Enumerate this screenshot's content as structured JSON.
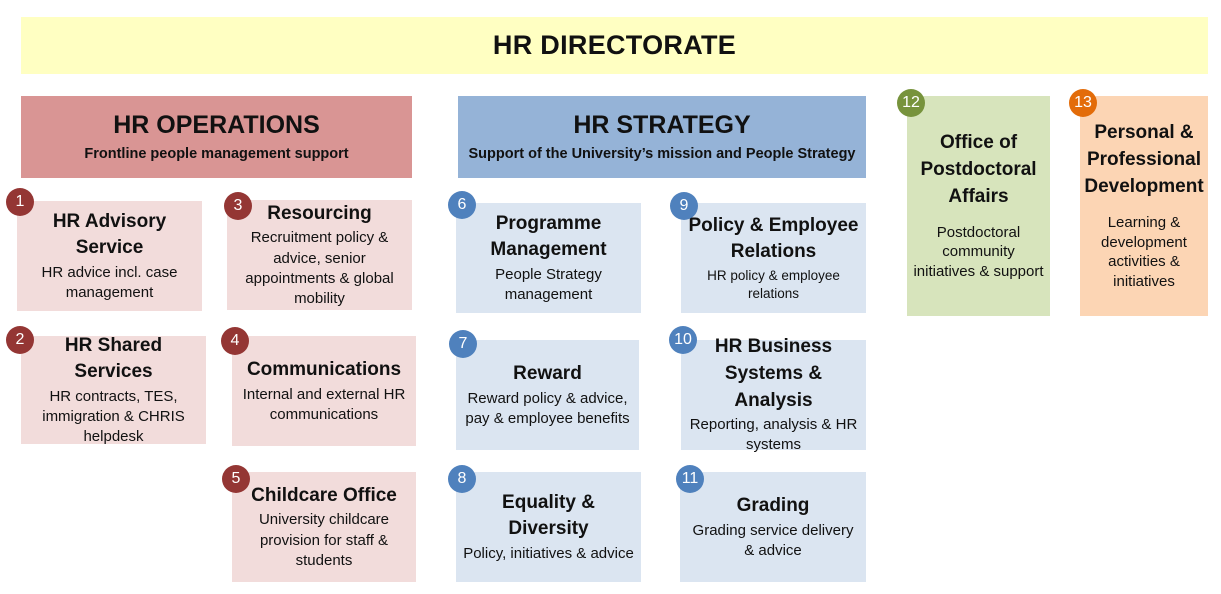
{
  "header": {
    "title": "HR DIRECTORATE"
  },
  "operations": {
    "title": "HR OPERATIONS",
    "subtitle": "Frontline people management support",
    "units": [
      {
        "num": "1",
        "title": "HR Advisory Service",
        "desc": "HR advice incl. case management"
      },
      {
        "num": "2",
        "title": "HR Shared Services",
        "desc": "HR contracts, TES, immigration & CHRIS helpdesk"
      },
      {
        "num": "3",
        "title": "Resourcing",
        "desc": "Recruitment policy & advice, senior appointments & global mobility"
      },
      {
        "num": "4",
        "title": "Communications",
        "desc": "Internal and external HR communications"
      },
      {
        "num": "5",
        "title": "Childcare Office",
        "desc": "University childcare provision for staff & students"
      }
    ]
  },
  "strategy": {
    "title": "HR STRATEGY",
    "subtitle": "Support of the University’s mission and People Strategy",
    "units": [
      {
        "num": "6",
        "title": "Programme Management",
        "desc": "People Strategy management"
      },
      {
        "num": "7",
        "title": "Reward",
        "desc": "Reward policy & advice, pay & employee benefits"
      },
      {
        "num": "8",
        "title": "Equality & Diversity",
        "desc": "Policy, initiatives & advice"
      },
      {
        "num": "9",
        "title": "Policy & Employee Relations",
        "desc": "HR policy & employee relations"
      },
      {
        "num": "10",
        "title": "HR Business Systems & Analysis",
        "desc": "Reporting, analysis & HR systems"
      },
      {
        "num": "11",
        "title": "Grading",
        "desc": "Grading service delivery & advice"
      }
    ]
  },
  "standalone": [
    {
      "num": "12",
      "title": "Office of Postdoctoral Affairs",
      "desc": "Postdoctoral community initiatives & support"
    },
    {
      "num": "13",
      "title": "Personal & Professional Development",
      "desc": "Learning & development activities & initiatives"
    }
  ],
  "colors": {
    "header_bg": "#ffffc2",
    "operations_header": "#d99594",
    "operations_box": "#f2dcdb",
    "operations_badge": "#943634",
    "strategy_header": "#95b3d7",
    "strategy_box": "#dbe5f1",
    "strategy_badge": "#4f81bd",
    "postdoc_box": "#d7e4bc",
    "postdoc_badge": "#77933c",
    "ppd_box": "#fcd5b4",
    "ppd_badge": "#e36c09"
  }
}
